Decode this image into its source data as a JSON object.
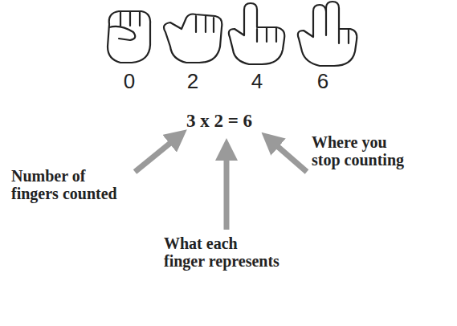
{
  "diagram": {
    "labels": [
      "0",
      "2",
      "4",
      "6",
      "3 x 2 = 6",
      "Number of fingers counted",
      "What each finger represents",
      "Where you stop counting"
    ]
  }
}
